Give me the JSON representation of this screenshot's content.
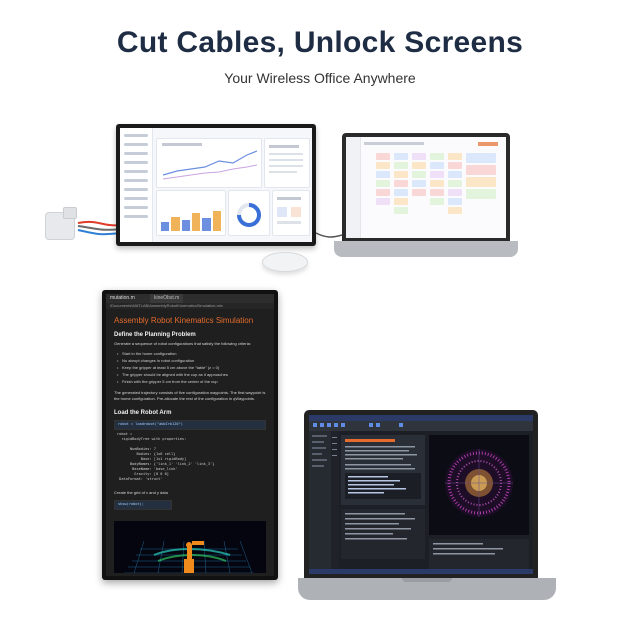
{
  "headline": "Cut Cables, Unlock Screens",
  "subheadline": "Your Wireless Office Anywhere",
  "colors": {
    "headline": "#1e2d44",
    "doc_title": "#e46b2c",
    "dashboard_accent": "#6c8fe0",
    "ide_accent": "#3a6fd8"
  },
  "portrait_display": {
    "tabs": [
      "mutation.m",
      "kineObst.m"
    ],
    "path": "\\Documents\\MATLAB\\AssemblyRobotKinematicsSimulation.mlx",
    "title": "Assembly Robot Kinematics Simulation",
    "section1_heading": "Define the Planning Problem",
    "section1_text": "Generate a sequence of robot configurations that satisfy the following criteria:",
    "bullets": [
      "Start in the home configuration",
      "No abrupt changes in robot configuration",
      "Keep the gripper at least 5 cm above the \"table\" (z = 0)",
      "The gripper should be aligned with the cup as it approaches",
      "Finish with the gripper 5 cm from the center of the cup"
    ],
    "section1_text2": "The generated trajectory consists of five configuration waypoints. The first waypoint is the home configuration. Pre-allocate the rest of the configuration in qWaypoints.",
    "section2_heading": "Load the Robot Arm",
    "code_load": "robot = loadrobot(\"abbIrb120\")",
    "code_output": "robot =\n  rigidBodyTree with properties:\n\n      NumBodies: 7\n         Bodies: {1x6 cell}\n           Base: [1x1 rigidBody]\n      BodyNames: {'link_1' 'link_2' 'link_3'}\n       BaseName: 'base_link'\n        Gravity: [0 0 0]\n DataFormat: 'struct'",
    "grid_text": "Create the grid of x and y data",
    "code_show": "show(robot);"
  }
}
